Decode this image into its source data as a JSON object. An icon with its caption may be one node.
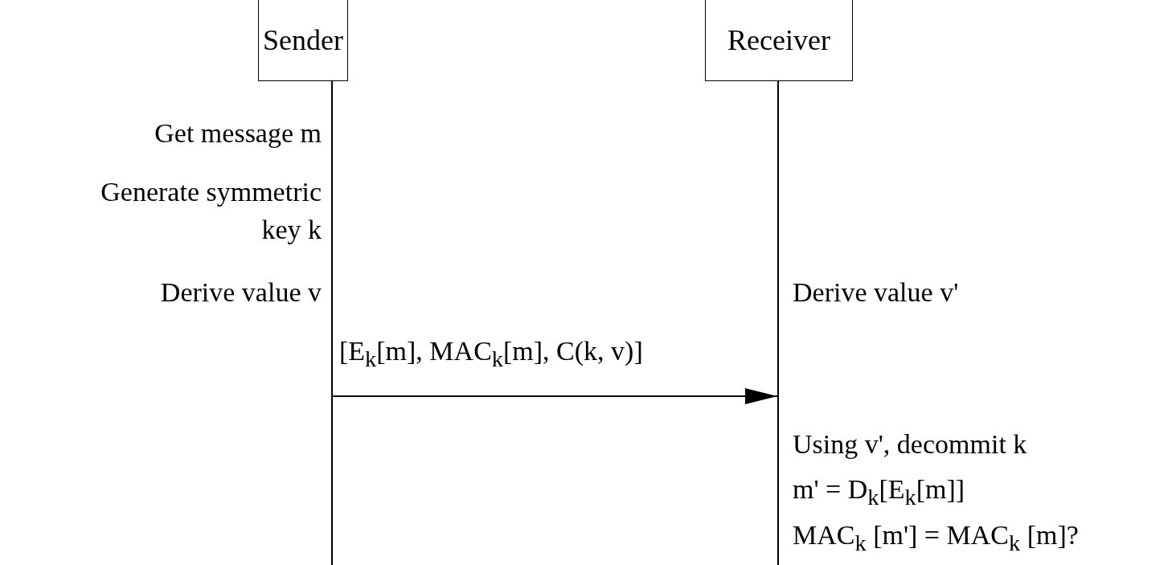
{
  "diagram": {
    "nodes": [
      {
        "text": [
          "Sender"
        ]
      },
      {
        "text": [
          "Receiver"
        ]
      },
      {
        "text": [],
        "shape": "bar"
      },
      {
        "text": [],
        "shape": "bar"
      }
    ],
    "edges": [
      {
        "from": 2,
        "to": 3,
        "arrow": "to",
        "label": "[E$_{k}$[m], MAC$_{k}$[m], C(k, v)]"
      }
    ],
    "labels": [
      "Get message m",
      "Generate symmetric key k",
      "Derive value v",
      "Derive value v'",
      "Using v', decommit k",
      "m' = D$_{k}$[E$_{k}$[m]]",
      "MAC$_{k}$ [m'] = MAC$_{k}$ [m]?"
    ]
  }
}
